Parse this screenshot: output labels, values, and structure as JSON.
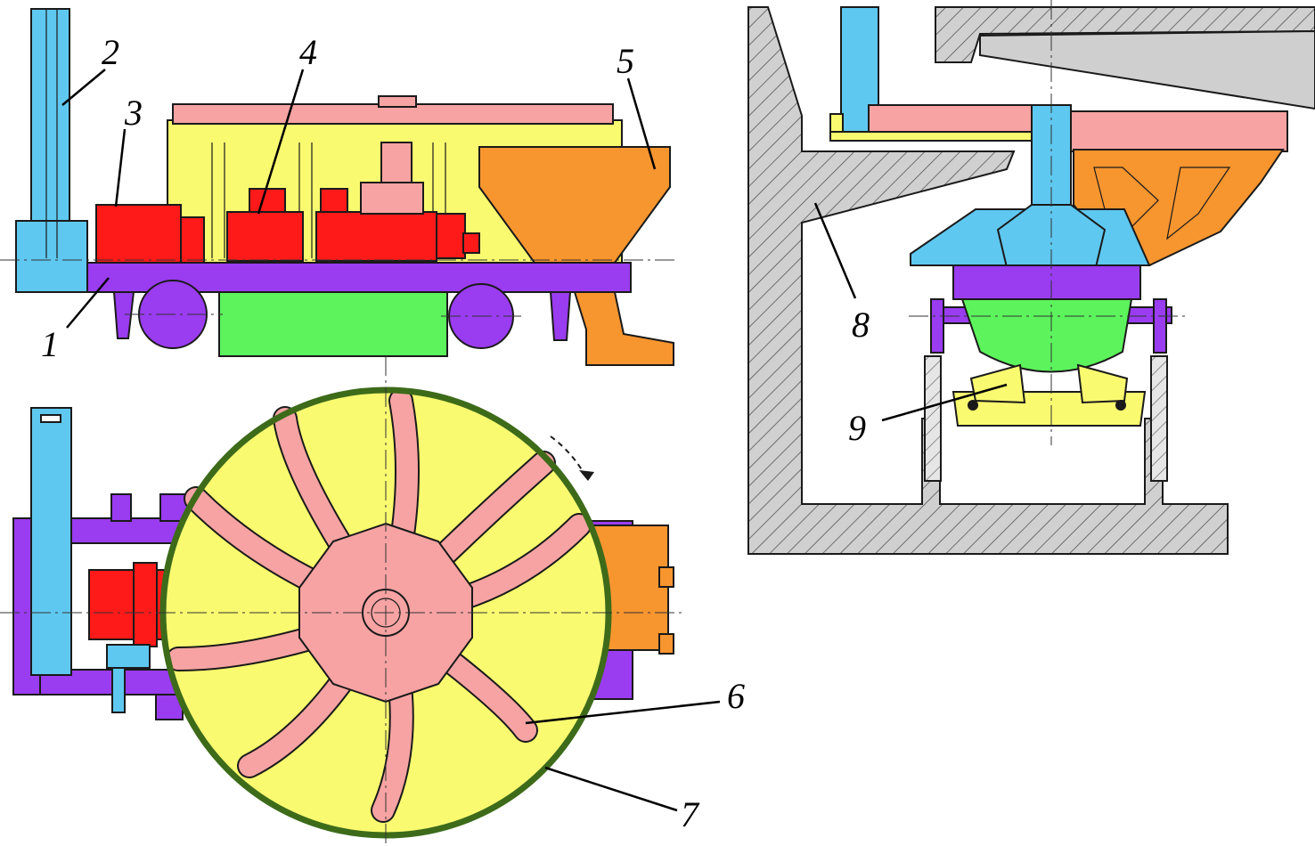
{
  "colors": {
    "frame": "#9a3cf0",
    "column": "#5fc8f0",
    "motor": "#ff1a1a",
    "hopper": "#f7952f",
    "top_plate": "#f7a3a3",
    "body": "#fafa70",
    "skirt": "#5cf35c",
    "rim": "#3d6b1a",
    "hatch_fill": "#cfcfcf"
  },
  "callouts": {
    "c1": "1",
    "c2": "2",
    "c3": "3",
    "c4": "4",
    "c5": "5",
    "c6": "6",
    "c7": "7",
    "c8": "8",
    "c9": "9"
  },
  "icons": {
    "rotation": "curved-arrow-icon"
  }
}
